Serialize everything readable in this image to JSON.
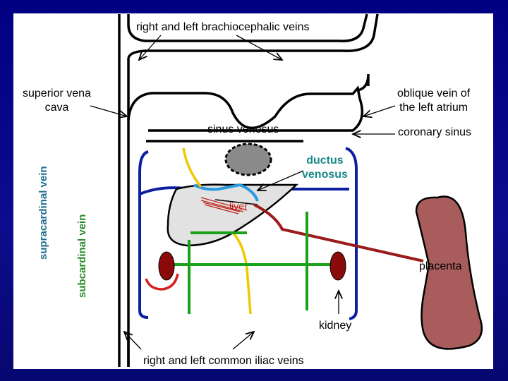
{
  "labels": {
    "brachiocephalic": "right and left brachiocephalic veins",
    "svc": "superior vena\ncava",
    "oblique": "oblique vein of\nthe left atrium",
    "sinus_venosus": "sinus venosus",
    "coronary_sinus": "coronary sinus",
    "ductus_venosus": "ductus\nvenosus",
    "liver": "liver",
    "placenta": "placenta",
    "kidney": "kidney",
    "iliac": "right and left common iliac veins",
    "supracardinal": "supracardinal vein",
    "subcardinal": "subcardinal vein"
  },
  "colors": {
    "background": "#000080",
    "supracardinal": "#1f6f8f",
    "subcardinal": "#2a8a2a",
    "cardinal_blue": "#0d1fa0",
    "vitelline_yellow": "#f0c800",
    "umbilical_red": "#c0241e",
    "placenta_fill": "#a85c5c",
    "kidney_fill": "#8b0a0a",
    "liver_fill": "#e2e2e2",
    "heart_gray": "#8a8a8a",
    "green_veins": "#1aa11a",
    "ductus_text": "#1a8a8a"
  }
}
